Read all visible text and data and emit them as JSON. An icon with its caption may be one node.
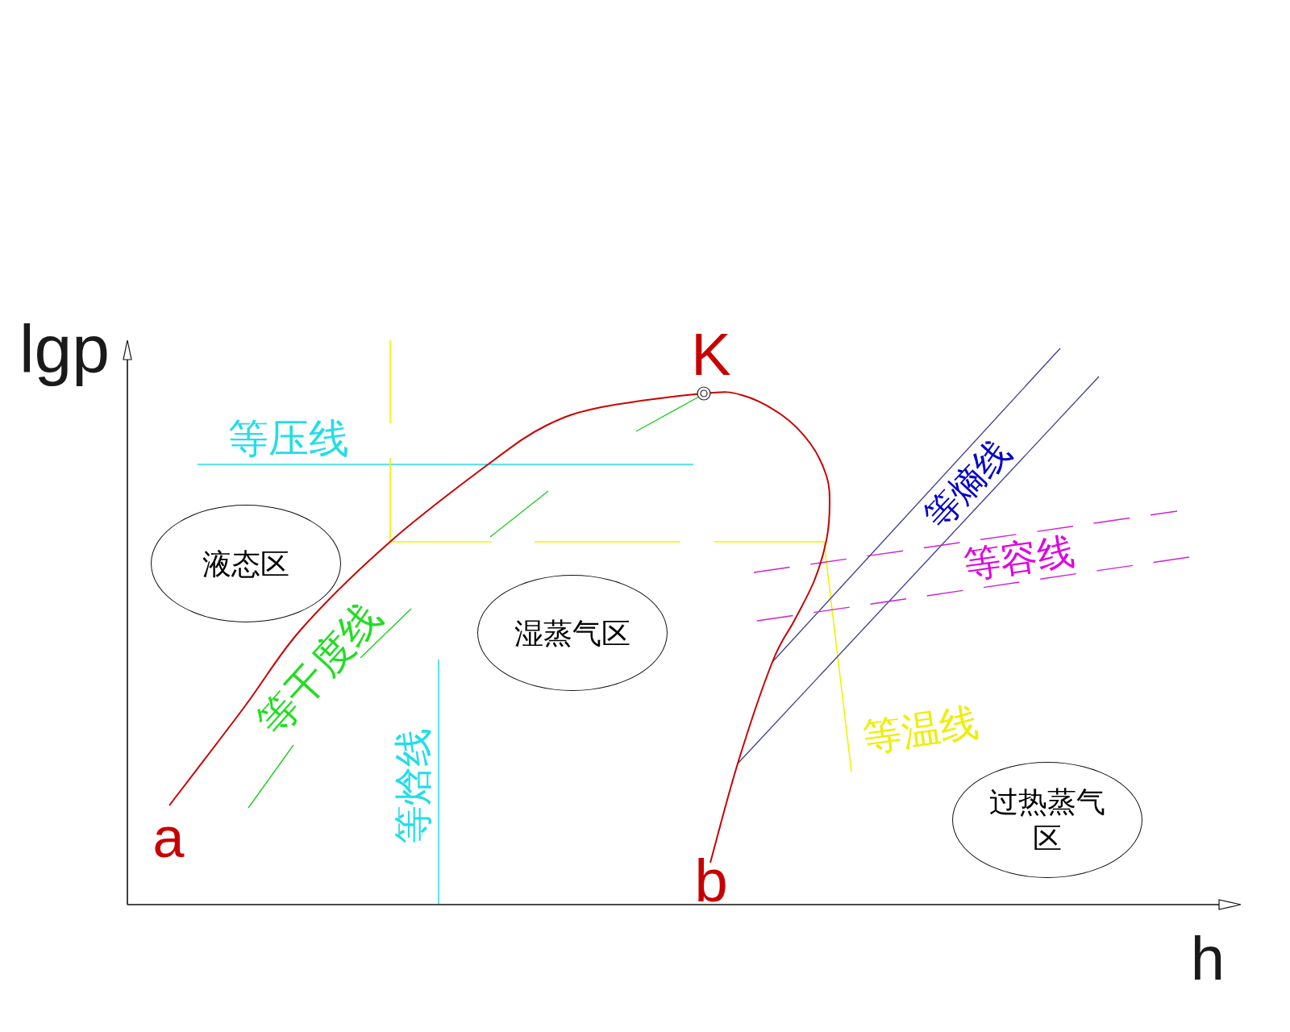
{
  "diagram": {
    "nodes": [
      {
        "text": [
          "液态区"
        ]
      },
      {
        "text": [
          "湿蒸气区"
        ]
      },
      {
        "text": [
          "过热蒸气区"
        ]
      }
    ],
    "labels": [
      "lgp",
      "K",
      "等压线",
      "等熵线",
      "等容线",
      "等干度线",
      "等温线",
      "等焓线",
      "a",
      "b",
      "h"
    ]
  }
}
